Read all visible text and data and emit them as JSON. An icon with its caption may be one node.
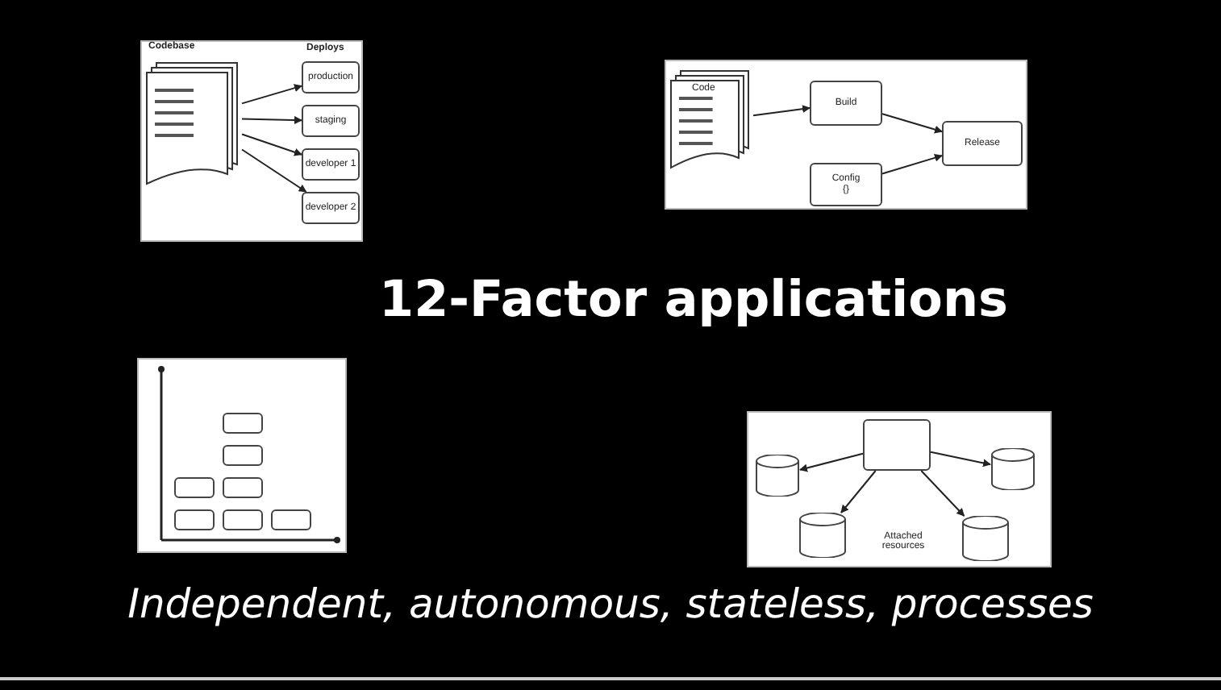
{
  "diagram": {
    "title": "12-Factor applications",
    "caption": "Independent, autonomous, stateless, processes",
    "nodes": [
      {
        "text": [
          "Codebase"
        ]
      },
      {
        "text": [
          "production"
        ]
      },
      {
        "text": [
          "staging"
        ]
      },
      {
        "text": [
          "developer 1"
        ]
      },
      {
        "text": [
          "developer 2"
        ]
      },
      {
        "text": [
          "Code"
        ]
      },
      {
        "text": [
          "Build"
        ]
      },
      {
        "text": [
          "Config",
          "{}"
        ]
      },
      {
        "text": [
          "Release"
        ]
      },
      {
        "text": [],
        "shape": "box"
      },
      {
        "text": [],
        "shape": "box"
      },
      {
        "text": [],
        "shape": "box"
      },
      {
        "text": [],
        "shape": "box"
      },
      {
        "text": [],
        "shape": "box"
      },
      {
        "text": [],
        "shape": "box"
      },
      {
        "text": [],
        "shape": "box"
      },
      {
        "text": [],
        "shape": "box"
      },
      {
        "text": [],
        "shape": "cylinder"
      },
      {
        "text": [],
        "shape": "cylinder"
      },
      {
        "text": [],
        "shape": "cylinder"
      },
      {
        "text": [],
        "shape": "cylinder"
      }
    ],
    "edges": [
      {
        "from": 0,
        "to": 1,
        "arrow": "to"
      },
      {
        "from": 0,
        "to": 2,
        "arrow": "to"
      },
      {
        "from": 0,
        "to": 3,
        "arrow": "to"
      },
      {
        "from": 0,
        "to": 4,
        "arrow": "to"
      },
      {
        "from": 5,
        "to": 6,
        "arrow": "to"
      },
      {
        "from": 6,
        "to": 8,
        "arrow": "to"
      },
      {
        "from": 7,
        "to": 8,
        "arrow": "to"
      },
      {
        "from": 16,
        "to": 17,
        "arrow": "to"
      },
      {
        "from": 16,
        "to": 18,
        "arrow": "to"
      },
      {
        "from": 16,
        "to": 19,
        "arrow": "to"
      },
      {
        "from": 16,
        "to": 20,
        "arrow": "to"
      }
    ],
    "labels": [
      "Deploys",
      "Attached resources"
    ]
  }
}
